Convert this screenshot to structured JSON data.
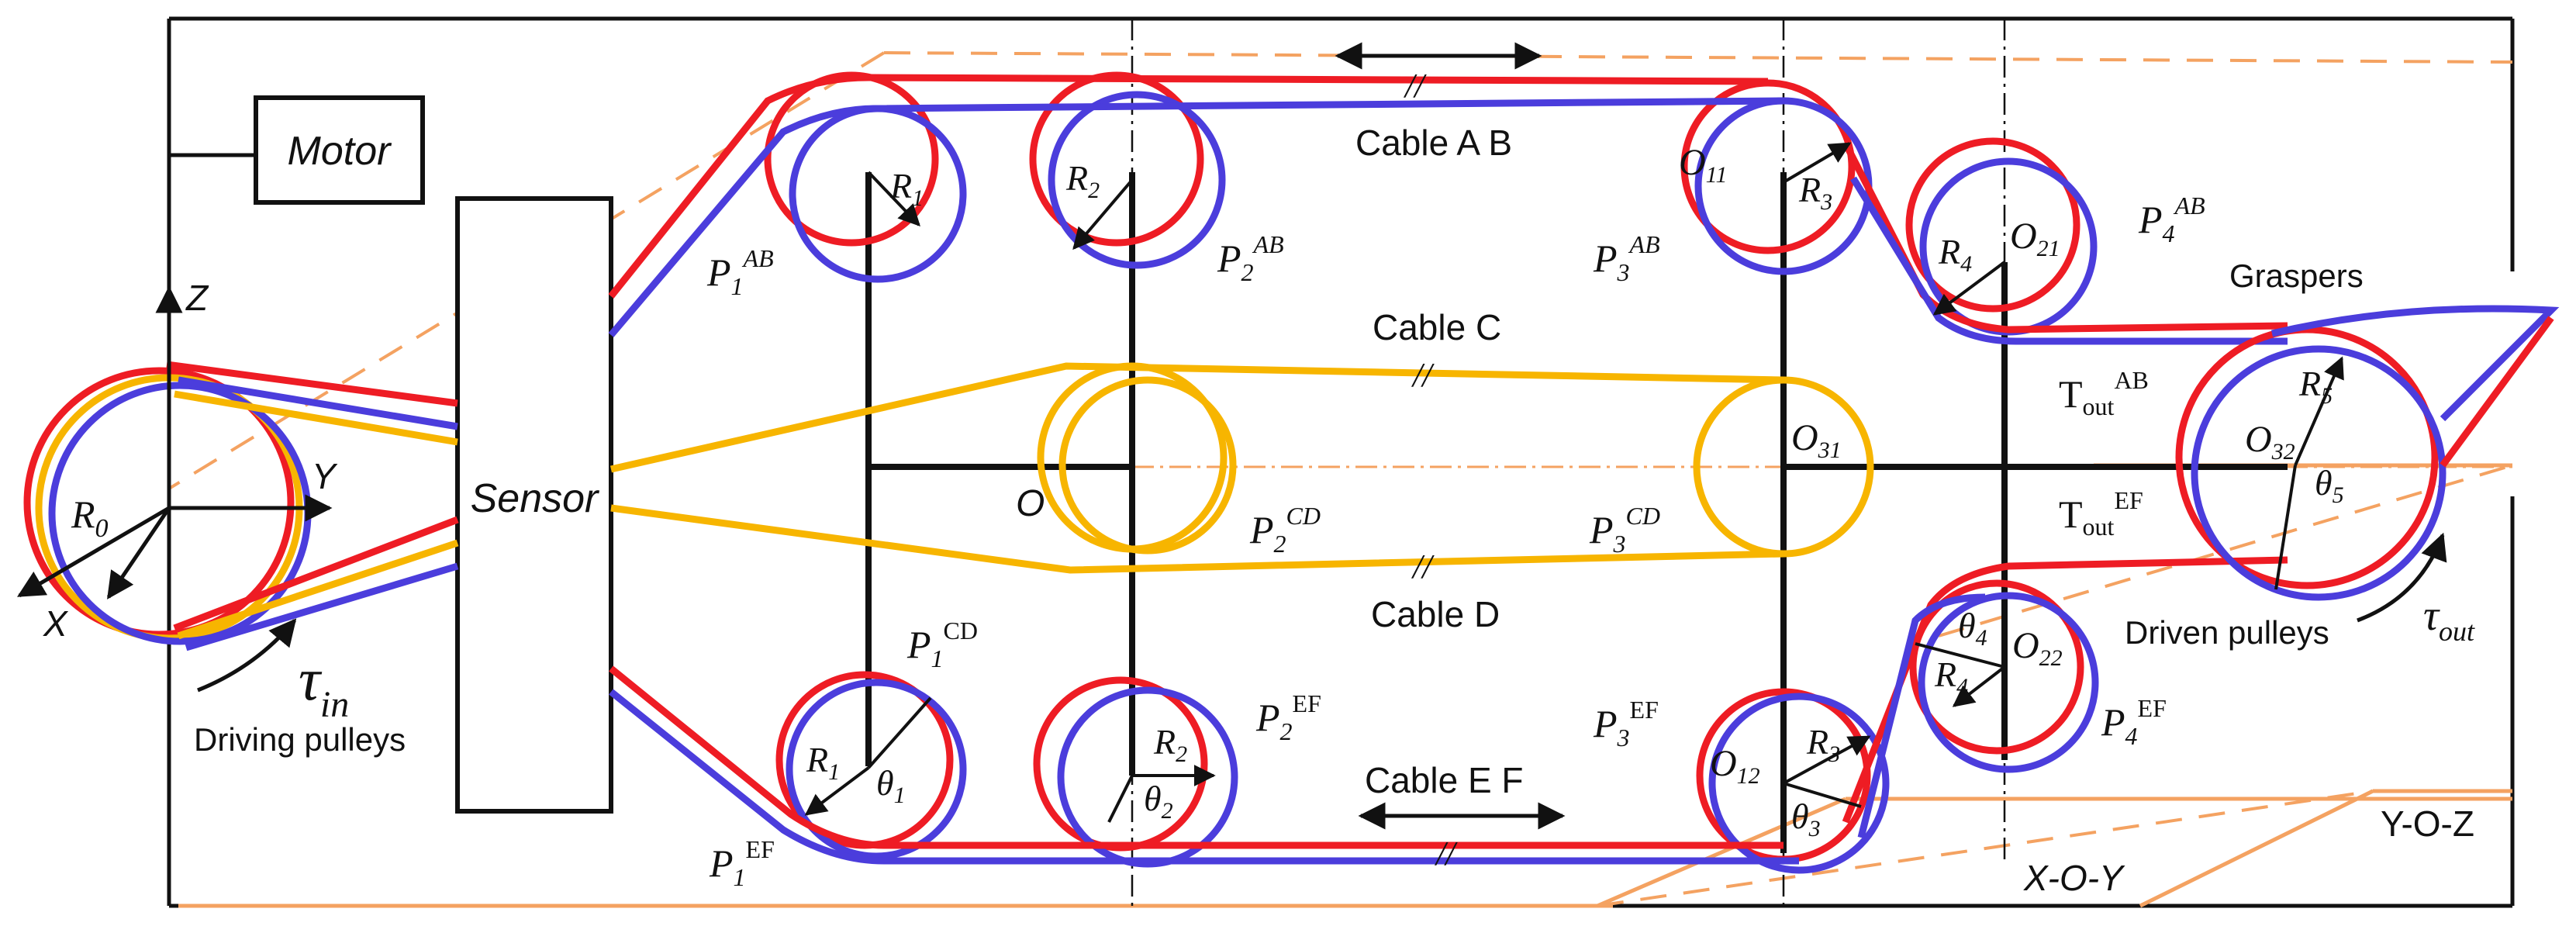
{
  "labels": {
    "motor": "Motor",
    "sensor": "Sensor",
    "axis_z": "Z",
    "axis_y": "Y",
    "axis_x": "X",
    "origin": "O",
    "r0": "R",
    "r0_sub": "0",
    "tau_in": "τ",
    "tau_in_sub": "in",
    "driving_pulleys": "Driving pulleys",
    "cable_ab": "Cable A B",
    "cable_c": "Cable C",
    "cable_d": "Cable D",
    "cable_ef": "Cable E F",
    "graspers": "Graspers",
    "driven_pulleys": "Driven pulleys",
    "tau_out": "τ",
    "tau_out_sub": "out",
    "plane_xoy": "X-O-Y",
    "plane_yoz": "Y-O-Z",
    "p1ab": "P",
    "p1ab_sub": "1",
    "p1ab_sup": "AB",
    "p2ab": "P",
    "p2ab_sub": "2",
    "p2ab_sup": "AB",
    "p3ab": "P",
    "p3ab_sub": "3",
    "p3ab_sup": "AB",
    "p4ab": "P",
    "p4ab_sub": "4",
    "p4ab_sup": "AB",
    "p1cd": "P",
    "p1cd_sub": "1",
    "p1cd_sup": "CD",
    "p2cd": "P",
    "p2cd_sub": "2",
    "p2cd_sup": "CD",
    "p3cd": "P",
    "p3cd_sub": "3",
    "p3cd_sup": "CD",
    "p1ef": "P",
    "p1ef_sub": "1",
    "p1ef_sup": "EF",
    "p2ef": "P",
    "p2ef_sub": "2",
    "p2ef_sup": "EF",
    "p3ef": "P",
    "p3ef_sub": "3",
    "p3ef_sup": "EF",
    "p4ef": "P",
    "p4ef_sub": "4",
    "p4ef_sup": "EF",
    "r1_top": "R",
    "r1_top_sub": "1",
    "r2_top": "R",
    "r2_top_sub": "2",
    "r3_top": "R",
    "r3_top_sub": "3",
    "r4_top": "R",
    "r4_top_sub": "4",
    "r1_bot": "R",
    "r1_bot_sub": "1",
    "r2_bot": "R",
    "r2_bot_sub": "2",
    "r3_bot": "R",
    "r3_bot_sub": "3",
    "r4_bot": "R",
    "r4_bot_sub": "4",
    "r5": "R",
    "r5_sub": "5",
    "o11": "O",
    "o11_sub": "11",
    "o21": "O",
    "o21_sub": "21",
    "o31": "O",
    "o31_sub": "31",
    "o32": "O",
    "o32_sub": "32",
    "o12": "O",
    "o12_sub": "12",
    "o22": "O",
    "o22_sub": "22",
    "theta1": "θ",
    "theta1_sub": "1",
    "theta2": "θ",
    "theta2_sub": "2",
    "theta3": "θ",
    "theta3_sub": "3",
    "theta4": "θ",
    "theta4_sub": "4",
    "theta5": "θ",
    "theta5_sub": "5",
    "tout_ab": "T",
    "tout_ab_sub": "out",
    "tout_ab_sup": "AB",
    "tout_ef": "T",
    "tout_ef_sub": "out",
    "tout_ef_sup": "EF",
    "break_mark": "//"
  },
  "colors": {
    "cable_red": "#ee1c24",
    "cable_blue": "#4b3ddc",
    "cable_yellow": "#f7b500",
    "dashed_orange": "#f4a261",
    "frame": "#111111"
  }
}
